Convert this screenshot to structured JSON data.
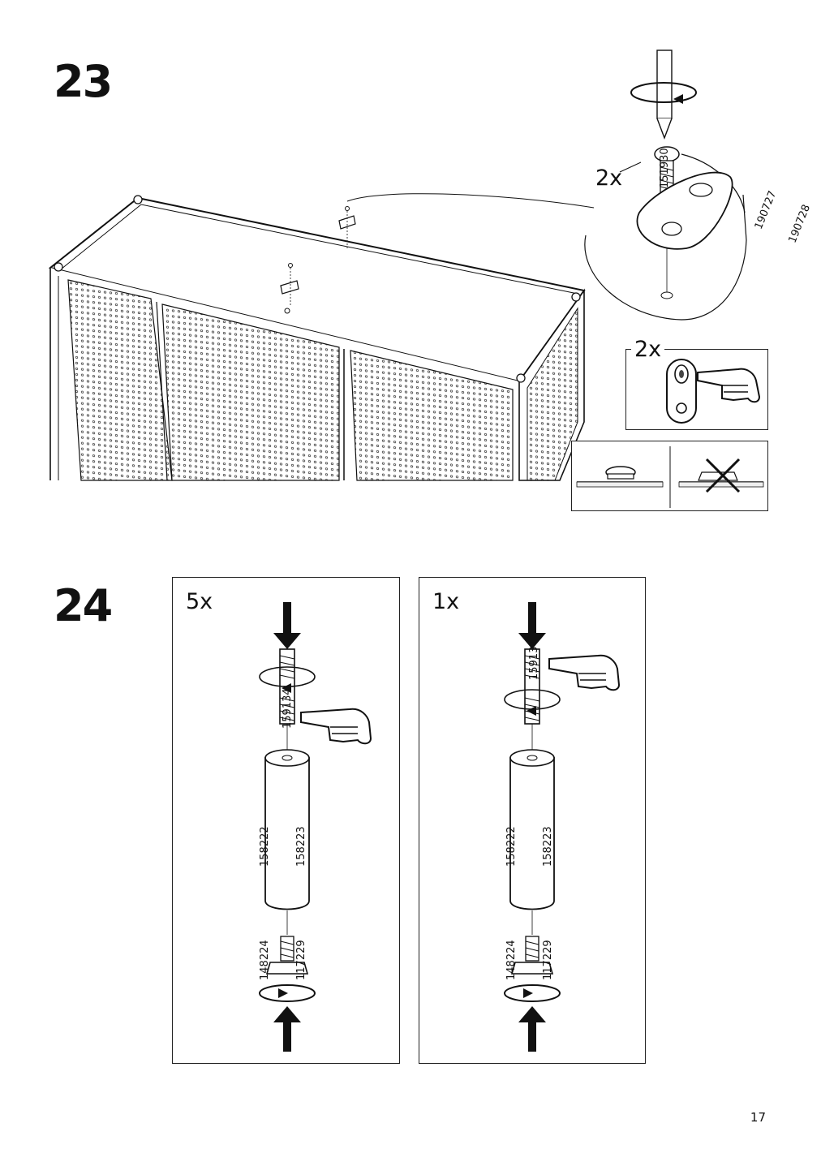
{
  "steps": [
    {
      "number": "23",
      "quantity_detail": "2x",
      "quantity_check": "2x",
      "parts": {
        "screw_line1": "151930",
        "plate_line1": "190727",
        "plate_line2": "190728"
      }
    },
    {
      "number": "24",
      "panels": [
        {
          "quantity": "5x",
          "bolt_line1": "159134",
          "tube_line1": "158222",
          "tube_line2": "158223",
          "foot_line1": "148224",
          "foot_line2": "117229"
        },
        {
          "quantity": "1x",
          "bolt_line1": "159134",
          "tube_line1": "158222",
          "tube_line2": "158223",
          "foot_line1": "148224",
          "foot_line2": "117229"
        }
      ]
    }
  ],
  "page_number": "17"
}
